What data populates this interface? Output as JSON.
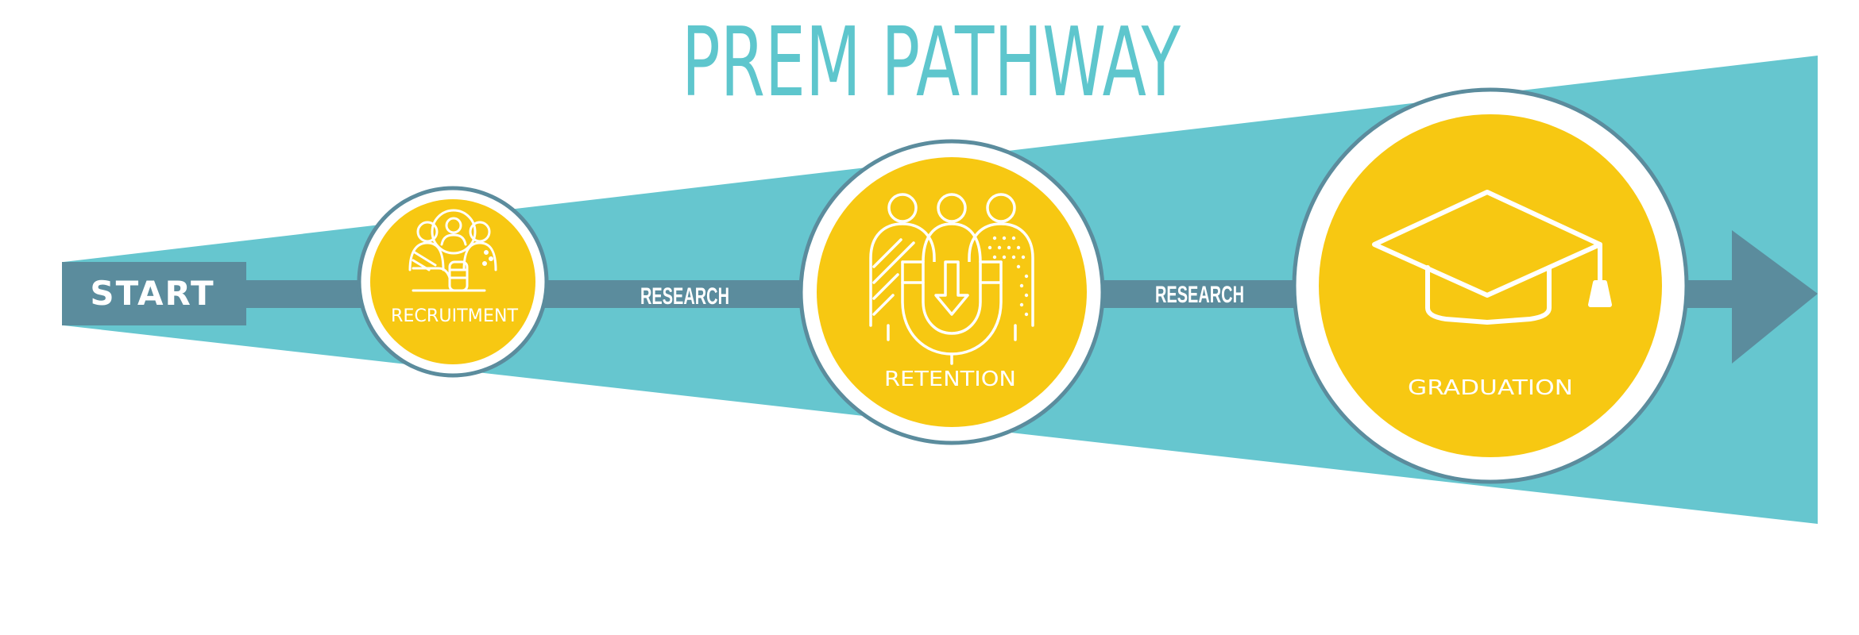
{
  "diagram": {
    "title": "PREM PATHWAY",
    "start_label": "START",
    "connectors": [
      {
        "label": "RESEARCH"
      },
      {
        "label": "RESEARCH"
      }
    ],
    "stages": [
      {
        "label": "RECRUITMENT",
        "icon": "recruitment-people-icon"
      },
      {
        "label": "RETENTION",
        "icon": "magnet-people-icon"
      },
      {
        "label": "GRADUATION",
        "icon": "graduation-cap-icon"
      }
    ]
  },
  "colors": {
    "title": "#5ec6cd",
    "funnel": "#66c6cf",
    "arrow": "#5b8c9d",
    "circle_fill": "#f7c812",
    "circle_ring": "#ffffff",
    "circle_outline": "#5b8c9d",
    "text_light": "#ffffff"
  }
}
